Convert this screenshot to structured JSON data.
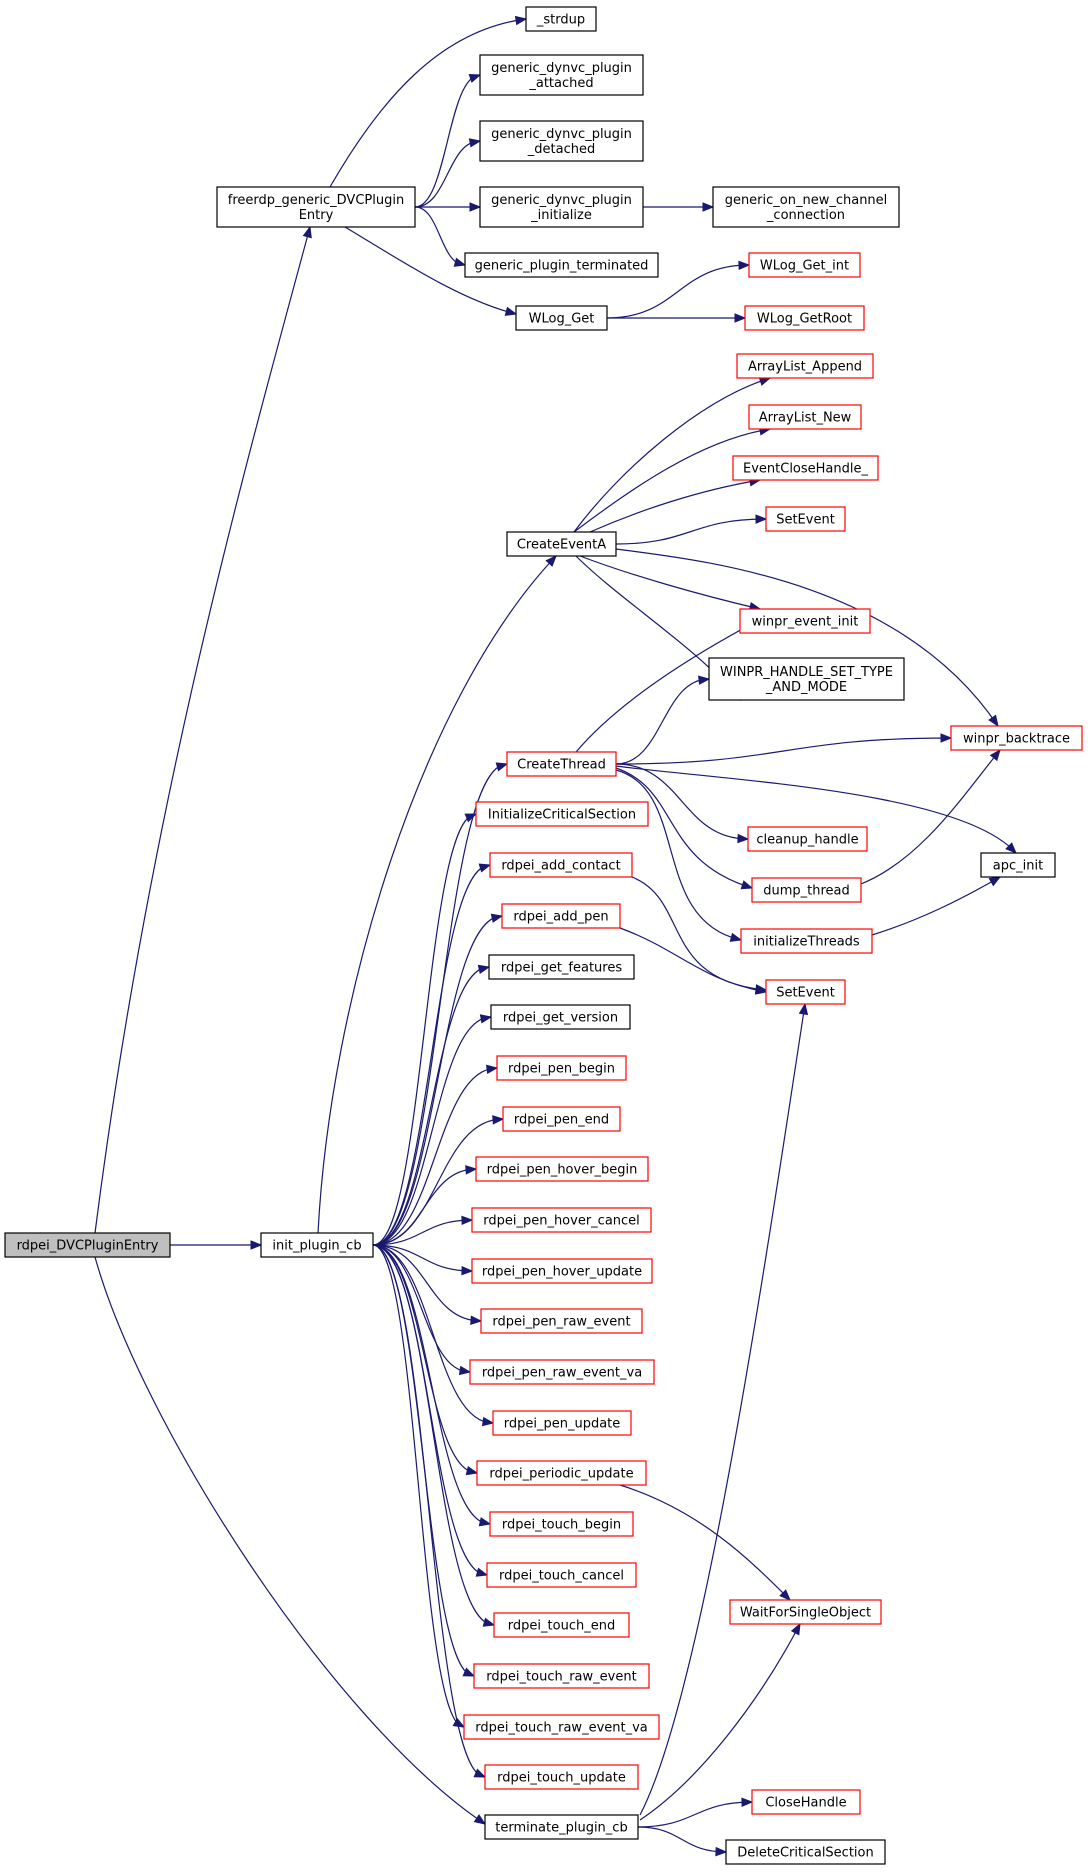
{
  "colors": {
    "edge": "#191970",
    "box_black": "#000000",
    "box_red": "#ff0000",
    "root_fill": "#bfbfbf",
    "node_fill": "#ffffff"
  },
  "graph": {
    "nodes": [
      {
        "id": "rdpei_DVCPluginEntry",
        "lines": [
          "rdpei_DVCPluginEntry"
        ],
        "border": "black",
        "fill": "gray"
      },
      {
        "id": "freerdp_generic",
        "lines": [
          "freerdp_generic_DVCPlugin",
          "Entry"
        ],
        "border": "black"
      },
      {
        "id": "init_plugin_cb",
        "lines": [
          "init_plugin_cb"
        ],
        "border": "black"
      },
      {
        "id": "terminate_plugin_cb",
        "lines": [
          "terminate_plugin_cb"
        ],
        "border": "black"
      },
      {
        "id": "_strdup",
        "lines": [
          "_strdup"
        ],
        "border": "black"
      },
      {
        "id": "gdp_attached",
        "lines": [
          "generic_dynvc_plugin",
          "_attached"
        ],
        "border": "black"
      },
      {
        "id": "gdp_detached",
        "lines": [
          "generic_dynvc_plugin",
          "_detached"
        ],
        "border": "black"
      },
      {
        "id": "gdp_initialize",
        "lines": [
          "generic_dynvc_plugin",
          "_initialize"
        ],
        "border": "black"
      },
      {
        "id": "generic_on_new_channel",
        "lines": [
          "generic_on_new_channel",
          "_connection"
        ],
        "border": "black"
      },
      {
        "id": "generic_plugin_terminated",
        "lines": [
          "generic_plugin_terminated"
        ],
        "border": "black"
      },
      {
        "id": "WLog_Get",
        "lines": [
          "WLog_Get"
        ],
        "border": "black"
      },
      {
        "id": "WLog_Get_int",
        "lines": [
          "WLog_Get_int"
        ],
        "border": "red"
      },
      {
        "id": "WLog_GetRoot",
        "lines": [
          "WLog_GetRoot"
        ],
        "border": "red"
      },
      {
        "id": "ArrayList_Append",
        "lines": [
          "ArrayList_Append"
        ],
        "border": "red"
      },
      {
        "id": "ArrayList_New",
        "lines": [
          "ArrayList_New"
        ],
        "border": "red"
      },
      {
        "id": "EventCloseHandle_",
        "lines": [
          "EventCloseHandle_"
        ],
        "border": "red"
      },
      {
        "id": "SetEvent_top",
        "lines": [
          "SetEvent"
        ],
        "border": "red"
      },
      {
        "id": "CreateEventA",
        "lines": [
          "CreateEventA"
        ],
        "border": "black"
      },
      {
        "id": "winpr_event_init",
        "lines": [
          "winpr_event_init"
        ],
        "border": "red"
      },
      {
        "id": "WINPR_HANDLE_SET_TYPE",
        "lines": [
          "WINPR_HANDLE_SET_TYPE",
          "_AND_MODE"
        ],
        "border": "black"
      },
      {
        "id": "winpr_backtrace",
        "lines": [
          "winpr_backtrace"
        ],
        "border": "red"
      },
      {
        "id": "CreateThread",
        "lines": [
          "CreateThread"
        ],
        "border": "red"
      },
      {
        "id": "InitializeCriticalSection",
        "lines": [
          "InitializeCriticalSection"
        ],
        "border": "red"
      },
      {
        "id": "cleanup_handle",
        "lines": [
          "cleanup_handle"
        ],
        "border": "red"
      },
      {
        "id": "apc_init",
        "lines": [
          "apc_init"
        ],
        "border": "black"
      },
      {
        "id": "rdpei_add_contact",
        "lines": [
          "rdpei_add_contact"
        ],
        "border": "red"
      },
      {
        "id": "dump_thread",
        "lines": [
          "dump_thread"
        ],
        "border": "red"
      },
      {
        "id": "rdpei_add_pen",
        "lines": [
          "rdpei_add_pen"
        ],
        "border": "red"
      },
      {
        "id": "initializeThreads",
        "lines": [
          "initializeThreads"
        ],
        "border": "red"
      },
      {
        "id": "rdpei_get_features",
        "lines": [
          "rdpei_get_features"
        ],
        "border": "black"
      },
      {
        "id": "SetEvent_mid",
        "lines": [
          "SetEvent"
        ],
        "border": "red"
      },
      {
        "id": "rdpei_get_version",
        "lines": [
          "rdpei_get_version"
        ],
        "border": "black"
      },
      {
        "id": "rdpei_pen_begin",
        "lines": [
          "rdpei_pen_begin"
        ],
        "border": "red"
      },
      {
        "id": "rdpei_pen_end",
        "lines": [
          "rdpei_pen_end"
        ],
        "border": "red"
      },
      {
        "id": "rdpei_pen_hover_begin",
        "lines": [
          "rdpei_pen_hover_begin"
        ],
        "border": "red"
      },
      {
        "id": "rdpei_pen_hover_cancel",
        "lines": [
          "rdpei_pen_hover_cancel"
        ],
        "border": "red"
      },
      {
        "id": "rdpei_pen_hover_update",
        "lines": [
          "rdpei_pen_hover_update"
        ],
        "border": "red"
      },
      {
        "id": "rdpei_pen_raw_event",
        "lines": [
          "rdpei_pen_raw_event"
        ],
        "border": "red"
      },
      {
        "id": "rdpei_pen_raw_event_va",
        "lines": [
          "rdpei_pen_raw_event_va"
        ],
        "border": "red"
      },
      {
        "id": "rdpei_pen_update",
        "lines": [
          "rdpei_pen_update"
        ],
        "border": "red"
      },
      {
        "id": "rdpei_periodic_update",
        "lines": [
          "rdpei_periodic_update"
        ],
        "border": "red"
      },
      {
        "id": "rdpei_touch_begin",
        "lines": [
          "rdpei_touch_begin"
        ],
        "border": "red"
      },
      {
        "id": "rdpei_touch_cancel",
        "lines": [
          "rdpei_touch_cancel"
        ],
        "border": "red"
      },
      {
        "id": "WaitForSingleObject",
        "lines": [
          "WaitForSingleObject"
        ],
        "border": "red"
      },
      {
        "id": "rdpei_touch_end",
        "lines": [
          "rdpei_touch_end"
        ],
        "border": "red"
      },
      {
        "id": "rdpei_touch_raw_event",
        "lines": [
          "rdpei_touch_raw_event"
        ],
        "border": "red"
      },
      {
        "id": "rdpei_touch_raw_event_va",
        "lines": [
          "rdpei_touch_raw_event_va"
        ],
        "border": "red"
      },
      {
        "id": "rdpei_touch_update",
        "lines": [
          "rdpei_touch_update"
        ],
        "border": "red"
      },
      {
        "id": "CloseHandle",
        "lines": [
          "CloseHandle"
        ],
        "border": "red"
      },
      {
        "id": "DeleteCriticalSection",
        "lines": [
          "DeleteCriticalSection"
        ],
        "border": "black"
      }
    ],
    "edges": [
      [
        "rdpei_DVCPluginEntry",
        "freerdp_generic"
      ],
      [
        "rdpei_DVCPluginEntry",
        "init_plugin_cb"
      ],
      [
        "rdpei_DVCPluginEntry",
        "terminate_plugin_cb"
      ],
      [
        "freerdp_generic",
        "_strdup"
      ],
      [
        "freerdp_generic",
        "gdp_attached"
      ],
      [
        "freerdp_generic",
        "gdp_detached"
      ],
      [
        "freerdp_generic",
        "gdp_initialize"
      ],
      [
        "freerdp_generic",
        "generic_plugin_terminated"
      ],
      [
        "freerdp_generic",
        "WLog_Get"
      ],
      [
        "gdp_initialize",
        "generic_on_new_channel"
      ],
      [
        "WLog_Get",
        "WLog_Get_int"
      ],
      [
        "WLog_Get",
        "WLog_GetRoot"
      ],
      [
        "CreateEventA",
        "ArrayList_Append"
      ],
      [
        "CreateEventA",
        "ArrayList_New"
      ],
      [
        "CreateEventA",
        "EventCloseHandle_"
      ],
      [
        "CreateEventA",
        "SetEvent_top"
      ],
      [
        "CreateEventA",
        "winpr_backtrace"
      ],
      [
        "CreateEventA",
        "winpr_event_init"
      ],
      [
        "CreateEventA",
        "WINPR_HANDLE_SET_TYPE"
      ],
      [
        "CreateThread",
        "winpr_event_init"
      ],
      [
        "CreateThread",
        "WINPR_HANDLE_SET_TYPE"
      ],
      [
        "CreateThread",
        "winpr_backtrace"
      ],
      [
        "CreateThread",
        "cleanup_handle"
      ],
      [
        "CreateThread",
        "apc_init"
      ],
      [
        "CreateThread",
        "dump_thread"
      ],
      [
        "CreateThread",
        "initializeThreads"
      ],
      [
        "dump_thread",
        "winpr_backtrace"
      ],
      [
        "initializeThreads",
        "apc_init"
      ],
      [
        "init_plugin_cb",
        "CreateEventA"
      ],
      [
        "init_plugin_cb",
        "CreateThread"
      ],
      [
        "init_plugin_cb",
        "InitializeCriticalSection"
      ],
      [
        "init_plugin_cb",
        "rdpei_add_contact"
      ],
      [
        "init_plugin_cb",
        "rdpei_add_pen"
      ],
      [
        "init_plugin_cb",
        "rdpei_get_features"
      ],
      [
        "init_plugin_cb",
        "rdpei_get_version"
      ],
      [
        "init_plugin_cb",
        "rdpei_pen_begin"
      ],
      [
        "init_plugin_cb",
        "rdpei_pen_end"
      ],
      [
        "init_plugin_cb",
        "rdpei_pen_hover_begin"
      ],
      [
        "init_plugin_cb",
        "rdpei_pen_hover_cancel"
      ],
      [
        "init_plugin_cb",
        "rdpei_pen_hover_update"
      ],
      [
        "init_plugin_cb",
        "rdpei_pen_raw_event"
      ],
      [
        "init_plugin_cb",
        "rdpei_pen_raw_event_va"
      ],
      [
        "init_plugin_cb",
        "rdpei_pen_update"
      ],
      [
        "init_plugin_cb",
        "rdpei_periodic_update"
      ],
      [
        "init_plugin_cb",
        "rdpei_touch_begin"
      ],
      [
        "init_plugin_cb",
        "rdpei_touch_cancel"
      ],
      [
        "init_plugin_cb",
        "rdpei_touch_end"
      ],
      [
        "init_plugin_cb",
        "rdpei_touch_raw_event"
      ],
      [
        "init_plugin_cb",
        "rdpei_touch_raw_event_va"
      ],
      [
        "init_plugin_cb",
        "rdpei_touch_update"
      ],
      [
        "rdpei_add_contact",
        "SetEvent_mid"
      ],
      [
        "rdpei_add_pen",
        "SetEvent_mid"
      ],
      [
        "rdpei_periodic_update",
        "WaitForSingleObject"
      ],
      [
        "terminate_plugin_cb",
        "SetEvent_mid"
      ],
      [
        "terminate_plugin_cb",
        "WaitForSingleObject"
      ],
      [
        "terminate_plugin_cb",
        "CloseHandle"
      ],
      [
        "terminate_plugin_cb",
        "DeleteCriticalSection"
      ]
    ]
  }
}
